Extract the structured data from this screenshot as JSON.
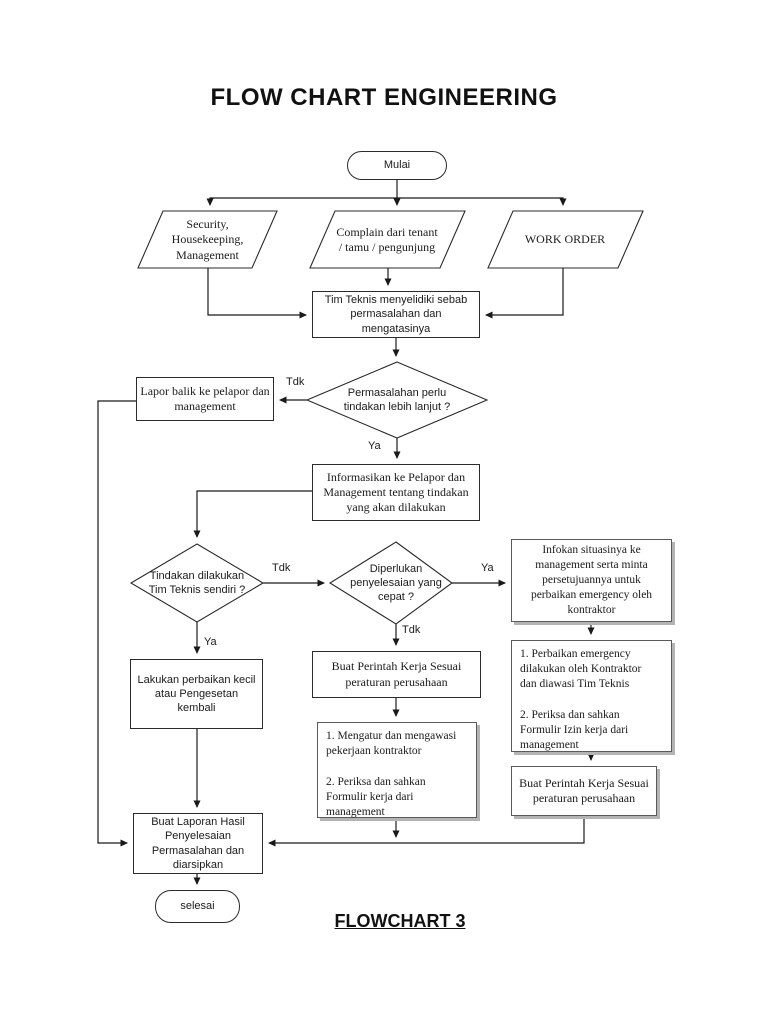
{
  "page": {
    "title": "FLOW CHART ENGINEERING",
    "footer": "FLOWCHART 3"
  },
  "colors": {
    "line": "#1a1a1a",
    "shape_border": "#2b2b2b",
    "shadow": "#b4b4b4",
    "background": "#ffffff"
  },
  "nodes": {
    "start": "Mulai",
    "io_security": "Security,\nHousekeeping,\nManagement",
    "io_complain": "Complain dari tenant\n/ tamu / pengunjung",
    "io_work_order": "WORK ORDER",
    "tim_teknis": "Tim Teknis menyelidiki sebab\npermasalahan dan\nmengatasinya",
    "decision_perlu_tindakan": "Permasalahan perlu\ntindakan lebih lanjut ?",
    "lapor_balik": "Lapor balik ke pelapor dan\nmanagement",
    "informasikan": "Informasikan ke Pelapor dan\nManagement tentang tindakan\nyang akan dilakukan",
    "decision_tim_sendiri": "Tindakan dilakukan\nTim Teknis sendiri ?",
    "decision_cepat": "Diperlukan\npenyelesaian yang\ncepat ?",
    "infokan_management": "Infokan situasinya ke\nmanagement serta minta\npersetujuannya untuk\nperbaikan emergency oleh\nkontraktor",
    "perbaikan_emergency_list": "1. Perbaikan emergency\ndilakukan oleh Kontraktor\ndan diawasi Tim Teknis\n\n2. Periksa dan sahkan\nFormulir Izin kerja dari\nmanagement",
    "buat_perintah_kerja_right": "Buat Perintah Kerja Sesuai\nperaturan perusahaan",
    "buat_perintah_kerja_mid": "Buat Perintah Kerja Sesuai\nperaturan perusahaan",
    "mengatur_mengawasi_list": "1. Mengatur dan mengawasi\npekerjaan kontraktor\n\n2. Periksa dan sahkan\nFormulir kerja dari\nmanagement",
    "lakukan_perbaikan": "Lakukan perbaikan kecil\natau Pengesetan\nkembali",
    "buat_laporan": "Buat Laporan Hasil\nPenyelesaian\nPermasalahan dan\ndiarsipkan",
    "end": "selesai"
  },
  "labels": {
    "tdk": "Tdk",
    "ya": "Ya"
  }
}
